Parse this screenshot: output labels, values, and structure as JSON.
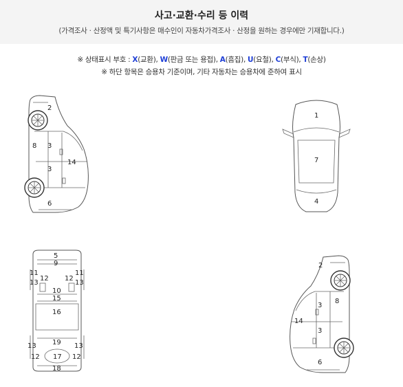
{
  "header": {
    "title": "사고·교환·수리 등 이력",
    "subtitle": "(가격조사 · 산정액 및 특기사항은 매수인이 자동차가격조사 · 산정을 원하는 경우에만 기재합니다.)"
  },
  "legend": {
    "prefix": "※ 상태표시 부호 : ",
    "codes": [
      {
        "code": "X",
        "desc": "(교환)",
        "sep": ", ",
        "color": "#1f3fd6"
      },
      {
        "code": "W",
        "desc": "(판금 또는 용접)",
        "sep": ", ",
        "color": "#1f3fd6"
      },
      {
        "code": "A",
        "desc": "(흠집)",
        "sep": ", ",
        "color": "#1f3fd6"
      },
      {
        "code": "U",
        "desc": "(요철)",
        "sep": ", ",
        "color": "#1f3fd6"
      },
      {
        "code": "C",
        "desc": "(부식)",
        "sep": ", ",
        "color": "#1f3fd6"
      },
      {
        "code": "T",
        "desc": "(손상)",
        "sep": "",
        "color": "#1f3fd6"
      }
    ],
    "note": "※ 하단 항목은 승용차 기준이며, 기타 자동차는 승용차에 준하여 표시"
  },
  "diagrams": {
    "left_side": {
      "labels": {
        "front_fender": "2",
        "hood_edge": "8",
        "front_door": "3",
        "rear_door": "3",
        "side_sill": "14",
        "quarter_panel": "6"
      }
    },
    "top_view": {
      "labels": {
        "hood": "1",
        "roof": "7",
        "trunk": "4"
      }
    },
    "frame_view": {
      "labels": {
        "front_panel": "5",
        "crossmember": "9",
        "inside_panel_l": "11",
        "inside_panel_r": "11",
        "side_member_fl": "12",
        "side_member_fr": "12",
        "wheel_house_fl": "13",
        "wheel_house_fr": "13",
        "dash_panel": "10",
        "floor_panel": "15",
        "trunk_floor": "16",
        "wheel_house_rl": "13",
        "wheel_house_rr": "13",
        "rear_panel": "19",
        "side_member_rl": "12",
        "side_member_rr": "12",
        "spare_tire_pan": "17",
        "rear_crossmember": "18"
      }
    },
    "right_side": {
      "labels": {
        "front_fender": "2",
        "hood_edge": "8",
        "front_door": "3",
        "rear_door": "3",
        "side_sill": "14",
        "quarter_panel": "6"
      }
    }
  }
}
